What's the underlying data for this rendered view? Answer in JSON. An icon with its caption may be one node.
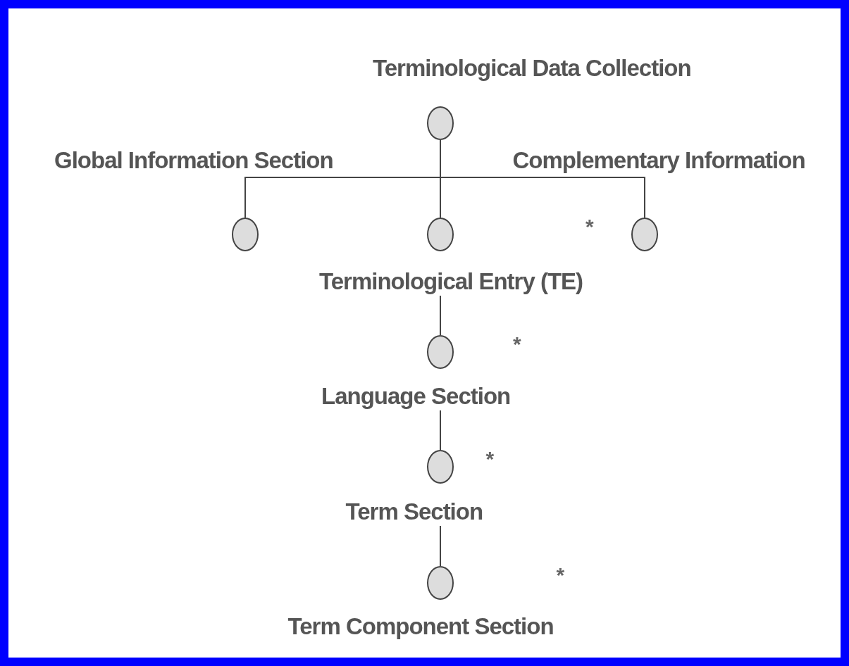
{
  "diagram": {
    "nodes": [
      {
        "text": [
          "Terminological Data Collection"
        ]
      },
      {
        "text": [
          "Global Information Section"
        ]
      },
      {
        "text": [
          "Terminological Entry (TE)"
        ],
        "beside": [
          "*"
        ]
      },
      {
        "text": [
          "Complementary Information"
        ]
      },
      {
        "text": [
          "Language Section"
        ],
        "beside": [
          "*"
        ]
      },
      {
        "text": [
          "Term Section"
        ],
        "beside": [
          "*"
        ]
      },
      {
        "text": [
          "Term Component Section"
        ],
        "beside": [
          "*"
        ]
      }
    ],
    "edges": [
      {
        "from": 0,
        "to": 1,
        "arrow": "none"
      },
      {
        "from": 0,
        "to": 2,
        "arrow": "none"
      },
      {
        "from": 0,
        "to": 3,
        "arrow": "none"
      },
      {
        "from": 2,
        "to": 4,
        "arrow": "none"
      },
      {
        "from": 4,
        "to": 5,
        "arrow": "none"
      },
      {
        "from": 5,
        "to": 6,
        "arrow": "none"
      }
    ]
  }
}
